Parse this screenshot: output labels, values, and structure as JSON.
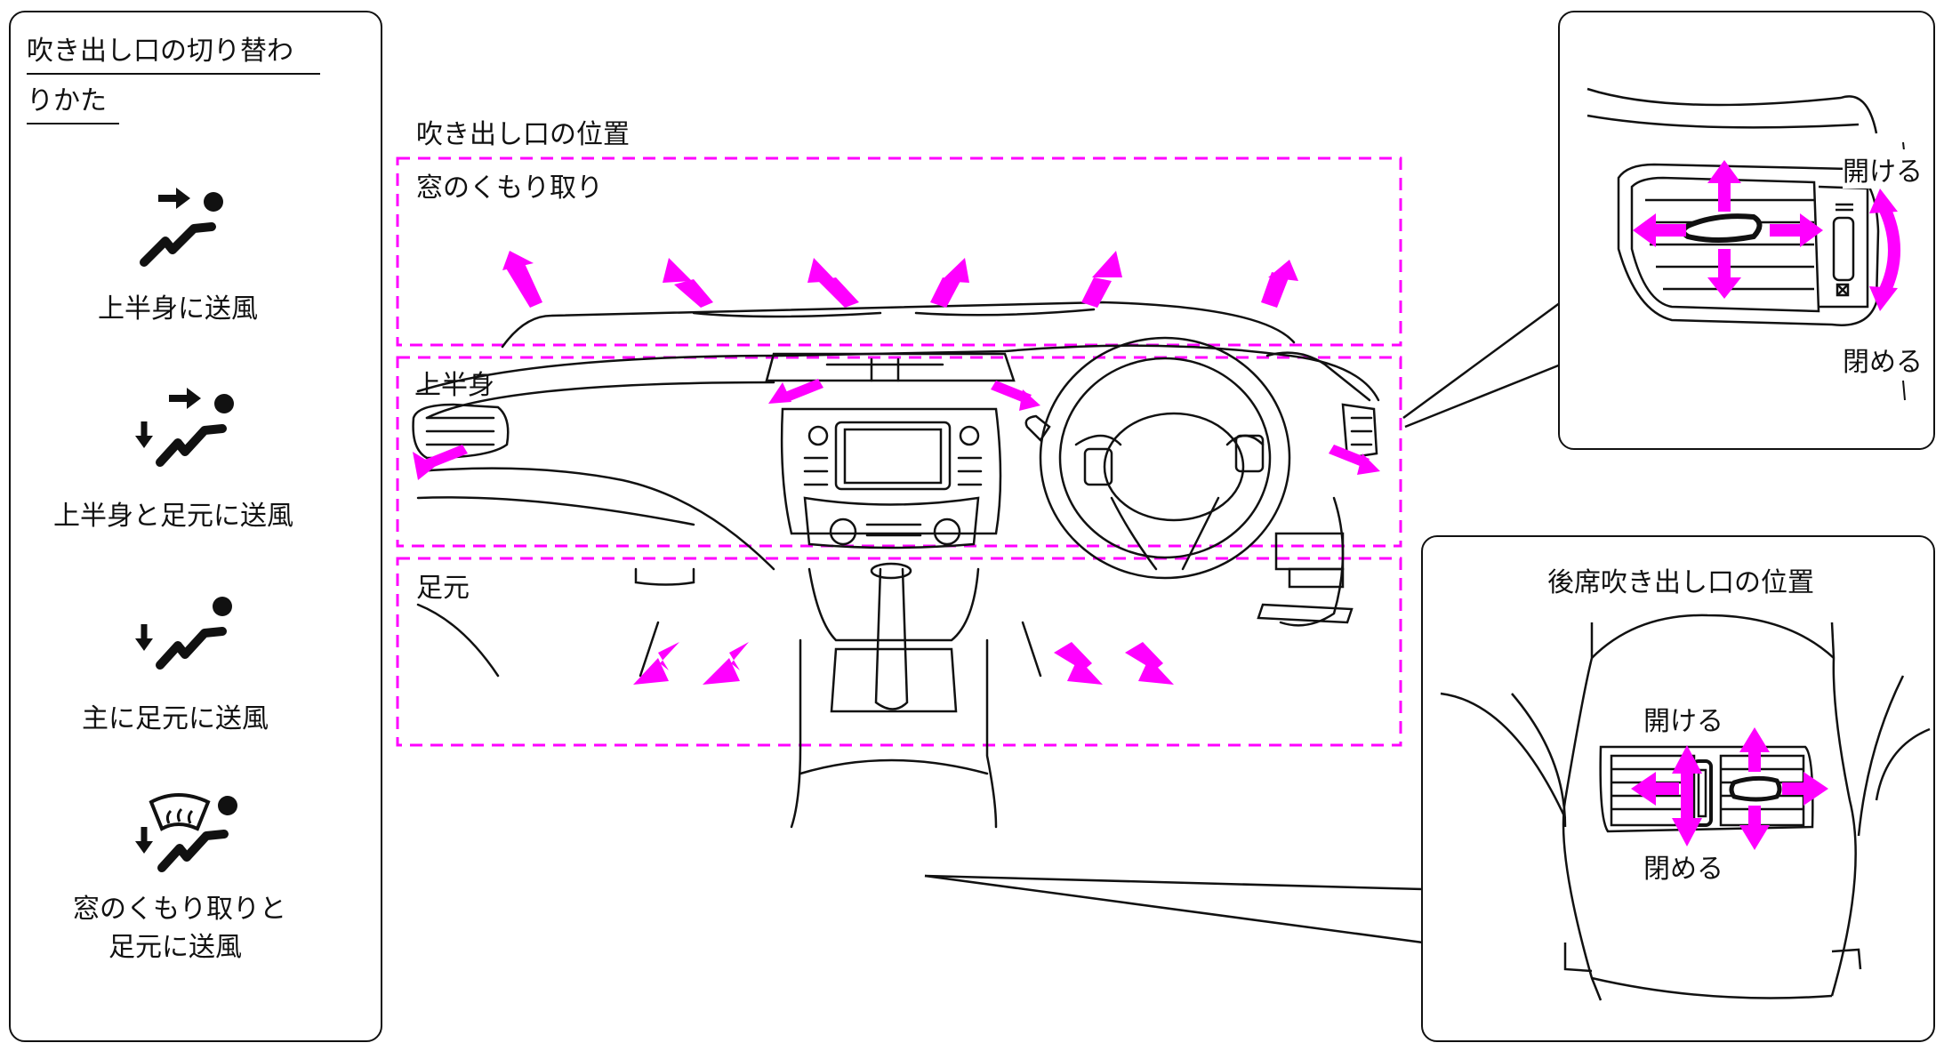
{
  "left_panel": {
    "title_line1": "吹き出し口の切り替わ",
    "title_line2": "りかた",
    "modes": [
      {
        "icon": "face-vent-icon",
        "label": "上半身に送風"
      },
      {
        "icon": "bi-level-vent-icon",
        "label": "上半身と足元に送風"
      },
      {
        "icon": "foot-vent-icon",
        "label": "主に足元に送風"
      },
      {
        "icon": "defrost-foot-vent-icon",
        "label_line1": "窓のくもり取りと",
        "label_line2": "足元に送風"
      }
    ]
  },
  "main": {
    "title": "吹き出し口の位置",
    "zones": {
      "defrost": "窓のくもり取り",
      "upper": "上半身",
      "foot": "足元"
    }
  },
  "front_vent_detail": {
    "open_label": "開ける",
    "close_label": "閉める"
  },
  "rear_vent_detail": {
    "title": "後席吹き出し口の位置",
    "open_label": "開ける",
    "close_label": "閉める"
  },
  "colors": {
    "accent": "#ff00ff",
    "line": "#111111"
  }
}
